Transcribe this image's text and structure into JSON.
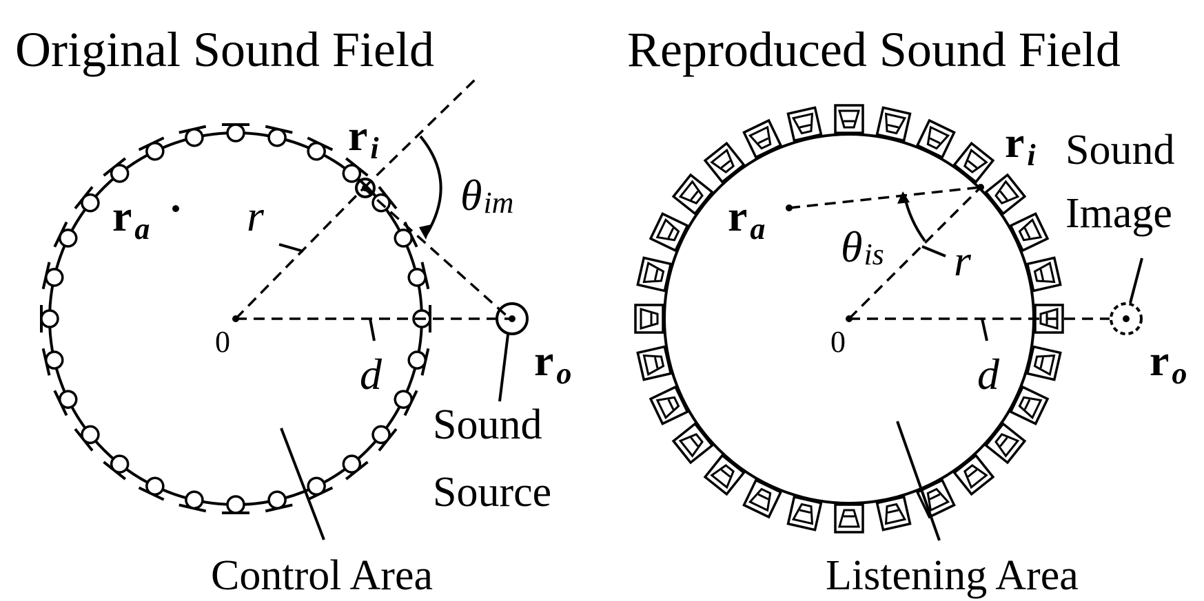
{
  "left_panel": {
    "title": "Original Sound Field",
    "area_label": "Control Area",
    "source_label_line1": "Sound",
    "source_label_line2": "Source",
    "r_i_base": "r",
    "r_i_sub": "i",
    "r_a_base": "r",
    "r_a_sub": "a",
    "r_o_base": "r",
    "r_o_sub": "o",
    "radius_label": "r",
    "distance_label": "d",
    "origin_label": "0",
    "angle_base": "θ",
    "angle_sub": "im",
    "microphone_count": 28
  },
  "right_panel": {
    "title": "Reproduced Sound Field",
    "area_label": "Listening Area",
    "image_label_line1": "Sound",
    "image_label_line2": "Image",
    "r_i_base": "r",
    "r_i_sub": "i",
    "r_a_base": "r",
    "r_a_sub": "a",
    "r_o_base": "r",
    "r_o_sub": "o",
    "radius_label": "r",
    "distance_label": "d",
    "origin_label": "0",
    "angle_base": "θ",
    "angle_sub": "is",
    "loudspeaker_count": 28
  },
  "colors": {
    "ink": "#000000",
    "background": "#ffffff"
  }
}
